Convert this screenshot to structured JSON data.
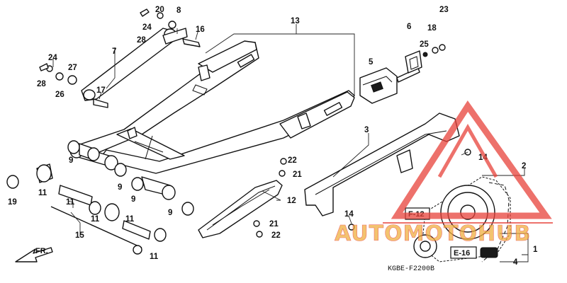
{
  "diagram": {
    "callouts": {
      "n1": "1",
      "n2": "2",
      "n3": "3",
      "n4": "4",
      "n5": "5",
      "n6": "6",
      "n7": "7",
      "n8": "8",
      "n9a": "9",
      "n9b": "9",
      "n9c": "9",
      "n9d": "9",
      "n11a": "11",
      "n11b": "11",
      "n11c": "11",
      "n11d": "11",
      "n12": "12",
      "n13": "13",
      "n14a": "14",
      "n14b": "14",
      "n15": "15",
      "n16": "16",
      "n17": "17",
      "n18": "18",
      "n19": "19",
      "n20": "20",
      "n21a": "21",
      "n21b": "21",
      "n22a": "22",
      "n22b": "22",
      "n23": "23",
      "n24a": "24",
      "n24b": "24",
      "n25": "25",
      "n26": "26",
      "n27": "27",
      "n28a": "28",
      "n28b": "28"
    },
    "refs": {
      "f12": "F-12",
      "e16": "E-16"
    },
    "front_label": "FR.",
    "diagram_code": "KGBE-F2200B",
    "colors": {
      "line": "#111111",
      "watermark_red": "#e8423a",
      "watermark_gold": "#f0b040"
    }
  },
  "watermark": {
    "text": "AUTOMOTOHUB",
    "logo_icon": "triangle-logo-icon"
  }
}
